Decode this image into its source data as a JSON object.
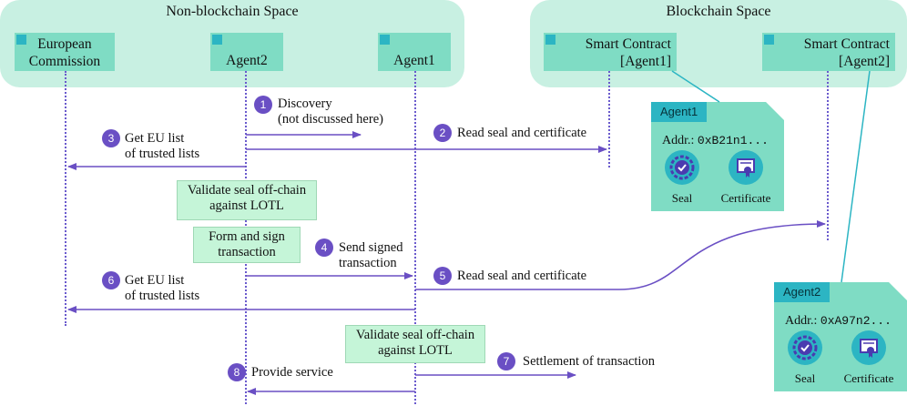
{
  "spaces": {
    "non_blockchain": "Non-blockchain Space",
    "blockchain": "Blockchain Space"
  },
  "actors": {
    "eu": "European\nCommission",
    "agent2": "Agent2",
    "agent1": "Agent1",
    "sc_agent1": "Smart Contract\n[Agent1]",
    "sc_agent2": "Smart Contract\n[Agent2]"
  },
  "steps": [
    {
      "n": "1",
      "text": "Discovery\n(not discussed here)"
    },
    {
      "n": "2",
      "text": "Read seal and certificate"
    },
    {
      "n": "3",
      "text": "Get EU list\nof trusted lists"
    },
    {
      "n": "4",
      "text": "Send signed\ntransaction"
    },
    {
      "n": "5",
      "text": "Read seal and certificate"
    },
    {
      "n": "6",
      "text": "Get EU list\nof trusted lists"
    },
    {
      "n": "7",
      "text": "Settlement of transaction"
    },
    {
      "n": "8",
      "text": "Provide service"
    }
  ],
  "notes": {
    "validate_1": "Validate seal off-chain\nagainst LOTL",
    "form_sign": "Form and sign\ntransaction",
    "validate_2": "Validate seal off-chain\nagainst LOTL"
  },
  "cards": {
    "agent1": {
      "title": "Agent1",
      "addr_label": "Addr.:",
      "addr_value": "0xB21n1...",
      "seal": "Seal",
      "certificate": "Certificate"
    },
    "agent2": {
      "title": "Agent2",
      "addr_label": "Addr.:",
      "addr_value": "0xA97n2...",
      "seal": "Seal",
      "certificate": "Certificate"
    }
  },
  "colors": {
    "space_bg": "#c8f0e2",
    "actor_bg": "#7fdcc4",
    "accent": "#2cb5c3",
    "arrow": "#6a4fc4",
    "note_bg": "#c5f5d8"
  }
}
